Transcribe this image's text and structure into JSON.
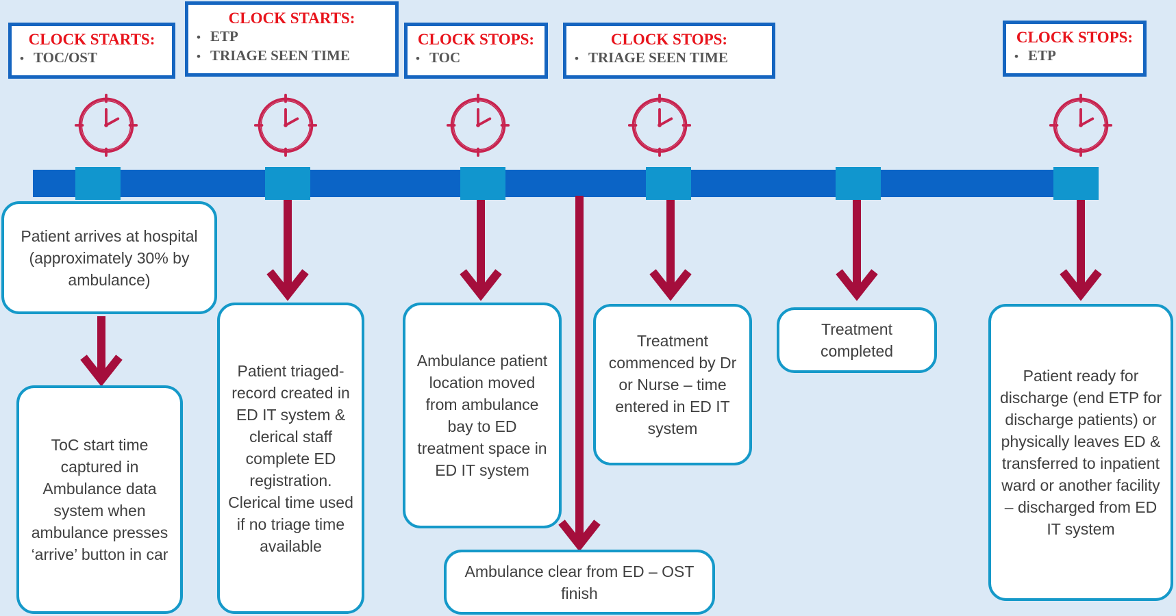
{
  "colors": {
    "background": "#dbe9f6",
    "clock_box_border": "#1565c0",
    "clock_title": "#e8141c",
    "clock_item": "#555555",
    "clock_icon": "#c8234f",
    "timeline": "#0b64c6",
    "marker": "#1196ce",
    "arrow": "#a50e3c",
    "step_box_border": "#1599c9",
    "step_text": "#404040"
  },
  "clock_boxes": [
    {
      "title": "CLOCK STARTS:",
      "items": [
        "TOC/OST"
      ]
    },
    {
      "title": "CLOCK STARTS:",
      "items": [
        "ETP",
        "TRIAGE SEEN TIME"
      ]
    },
    {
      "title": "CLOCK STOPS:",
      "items": [
        "TOC"
      ]
    },
    {
      "title": "CLOCK STOPS:",
      "items": [
        "TRIAGE SEEN TIME"
      ]
    },
    {
      "title": "CLOCK STOPS:",
      "items": [
        "ETP"
      ]
    }
  ],
  "clock_icons": [
    "clock-icon",
    "clock-icon",
    "clock-icon",
    "clock-icon",
    "clock-icon"
  ],
  "steps": [
    {
      "text": "Patient arrives at hospital (approximately 30% by ambulance)"
    },
    {
      "text": "ToC start time captured in Ambulance data system when ambulance presses ‘arrive’ button in car"
    },
    {
      "text": "Patient triaged- record created in ED IT system & clerical staff complete ED registration. Clerical time used if no triage time available"
    },
    {
      "text": "Ambulance patient location moved from ambulance bay to ED treatment space in ED IT system"
    },
    {
      "text": "Ambulance clear from ED – OST finish"
    },
    {
      "text": "Treatment commenced by Dr or Nurse – time entered in ED IT system"
    },
    {
      "text": "Treatment completed"
    },
    {
      "text": "Patient ready for discharge (end ETP for discharge patients) or physically leaves ED & transferred to inpatient ward or another facility – discharged from ED IT system"
    }
  ]
}
